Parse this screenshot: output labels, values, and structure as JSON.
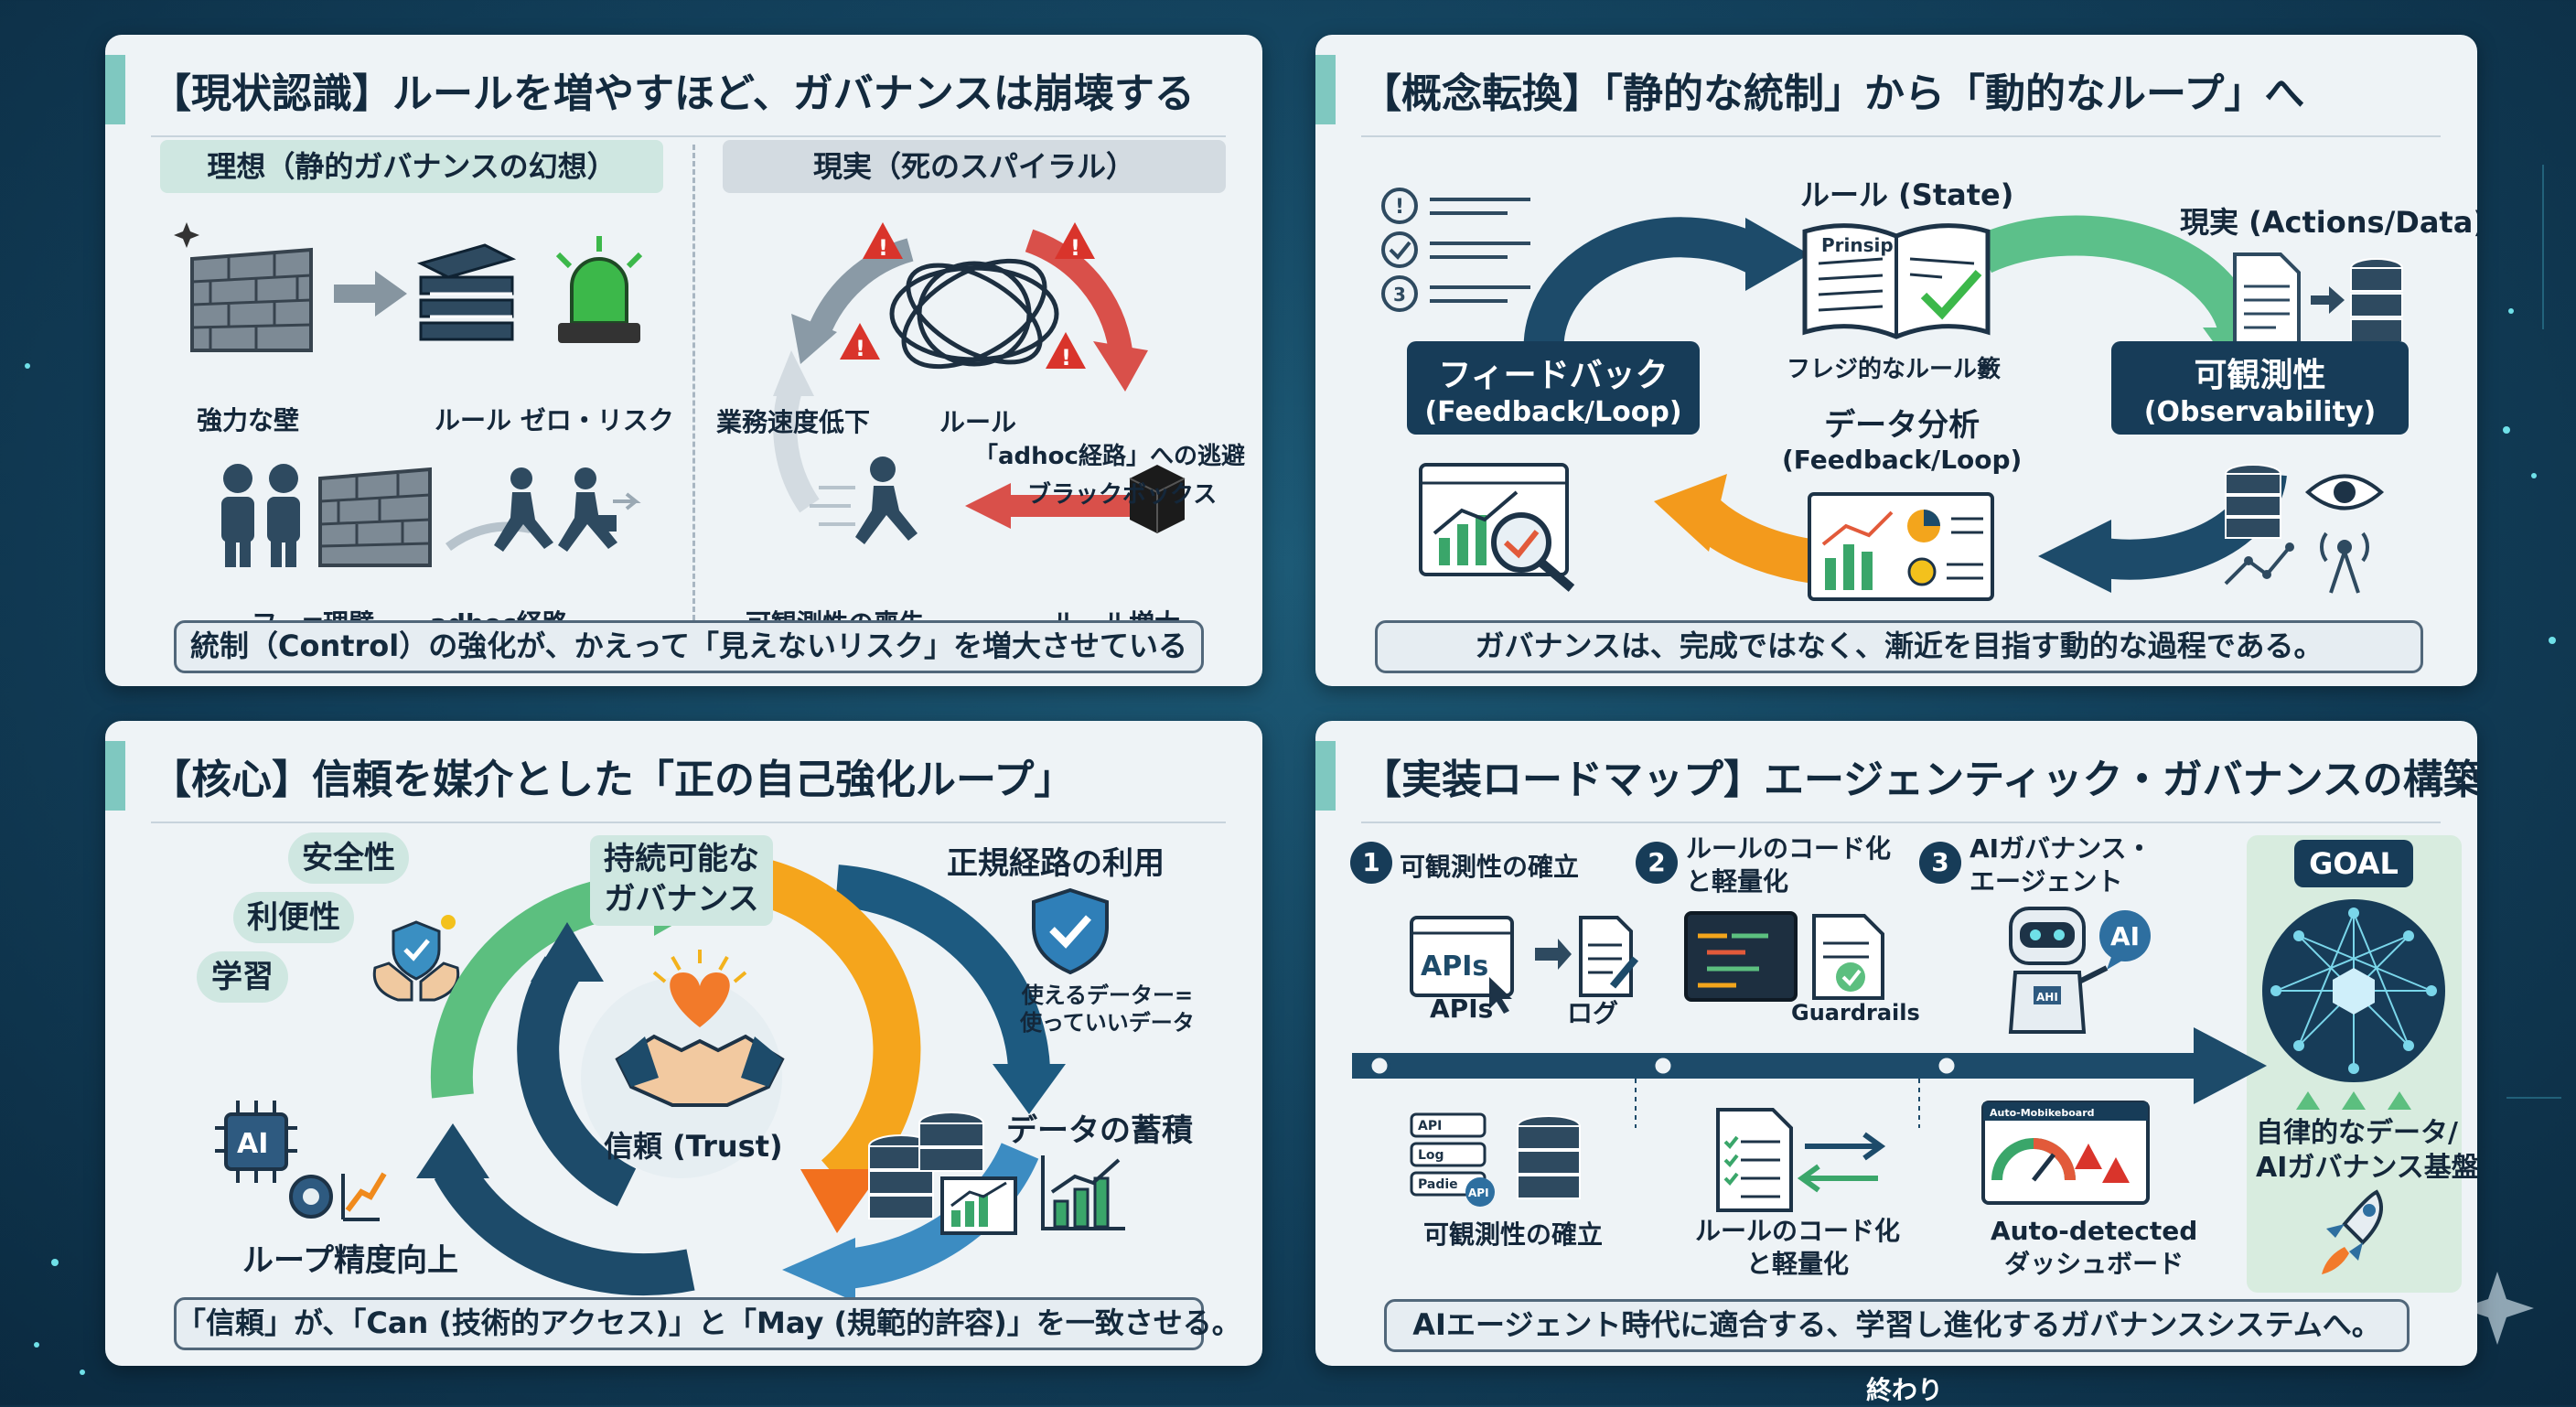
{
  "panel1": {
    "title": "【現状認識】ルールを増やすほど、ガバナンスは崩壊する",
    "ideal_header": "理想（静的ガバナンスの幻想）",
    "real_header": "現実（死のスパイラル）",
    "strong_wall": "強力な壁",
    "rule_zero_risk": "ルール ゼロ・リスク",
    "bypass_wall": "フーπ理壁",
    "adhoc_route": "adhoc経路",
    "speed_down": "業務速度低下",
    "rule": "ルール",
    "escape": "「adhoc経路」への逃避",
    "blackbox": "ブラックボックス",
    "rule_increase": "ルール増大",
    "lost_observability": "可観測性の喪失",
    "caption": "統制（Control）の強化が、かえって「見えないリスク」を増大させている"
  },
  "panel2": {
    "title": "【概念転換】「静的な統制」から「動的なループ」へ",
    "rule_state": "ルール (State)",
    "book_word": "Prinsip",
    "fragile_book": "フレジ的なルール籔",
    "reality": "現実 (Actions/Data)",
    "feedback_a": "フィードバック",
    "feedback_b": "(Feedback/Loop)",
    "observability_a": "可観測性",
    "observability_b": "(Observability)",
    "analysis_a": "データ分析",
    "analysis_b": "(Feedback/Loop)",
    "caption": "ガバナンスは、完成ではなく、漸近を目指す動的な過程である。"
  },
  "panel3": {
    "title": "【核心】信頼を媒介とした「正の自己強化ループ」",
    "safety": "安全性",
    "convenience": "利便性",
    "learning": "学習",
    "sustainable_a": "持続可能な",
    "sustainable_b": "ガバナンス",
    "official_route": "正規経路の利用",
    "usable_data_a": "使えるデーター=",
    "usable_data_b": "使っていいデータ",
    "trust": "信頼 (Trust)",
    "ai_chip": "AI",
    "data_accum": "データの蓄積",
    "loop_accuracy": "ループ精度向上",
    "caption": "「信頼」が、「Can (技術的アクセス)」と「May (規範的許容)」を一致させる。"
  },
  "panel4": {
    "title": "【実装ロードマップ】エージェンティック・ガバナンスの構築",
    "step1_num": "1",
    "step1": "可観測性の確立",
    "step2_num": "2",
    "step2_a": "ルールのコード化",
    "step2_b": "と軽量化",
    "step3_num": "3",
    "step3_a": "AIガバナンス・",
    "step3_b": "エージェント",
    "goal": "GOAL",
    "apis_icon": "APIs",
    "apis": "APIs",
    "log": "ログ",
    "guardrails": "Guardrails",
    "ai_bubble": "AI",
    "robot_badge": "AHI",
    "api_tag1": "API",
    "api_tag2": "Log",
    "api_tag3": "Padie",
    "api_badge": "API",
    "lower1": "可観測性の確立",
    "lower2_a": "ルールのコード化",
    "lower2_b": "と軽量化",
    "dashboard_title": "Auto-Mobikeboard",
    "lower3_a": "Auto-detected",
    "lower3_b": "ダッシュボード",
    "goal_a": "自律的なデータ/",
    "goal_b": "AIガバナンス基盤",
    "caption": "AIエージェント時代に適合する、学習し進化するガバナンスシステムへ。"
  },
  "footer": "終わり"
}
